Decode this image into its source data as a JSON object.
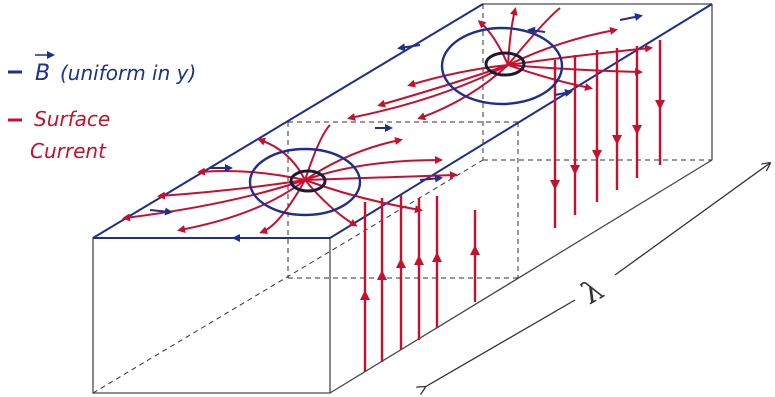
{
  "legend": {
    "b_symbol": "B",
    "b_text": "(uniform in y)",
    "current_line1": "Surface",
    "current_line2": "Current",
    "dash": "–"
  },
  "wavelength_label": "λ",
  "colors": {
    "field": "#1f2f8f",
    "current": "#c8102e",
    "outline": "#4a4a4a",
    "hidden": "#333333",
    "background": "#ffffff"
  }
}
